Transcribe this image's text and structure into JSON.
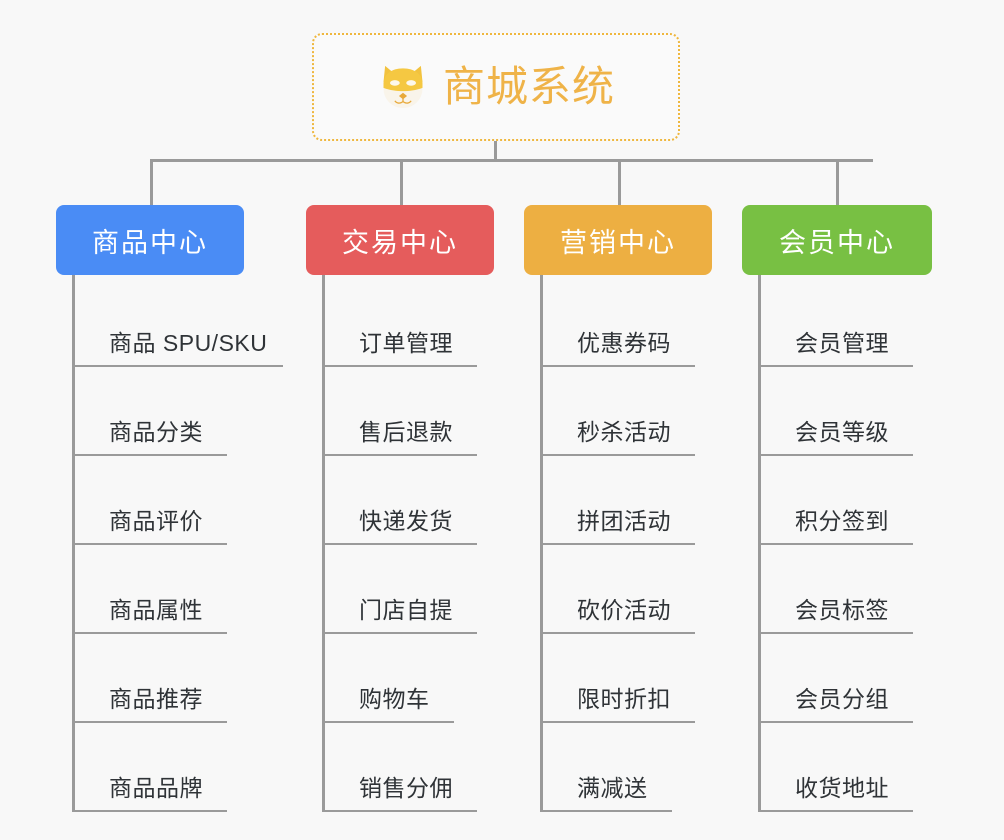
{
  "root": {
    "title": "商城系统",
    "icon": "shiba-dog-face-icon",
    "border_color": "#efb73e",
    "text_color": "#efb348"
  },
  "connector_color": "#9a9a9a",
  "background_color": "#f8f8f8",
  "categories": [
    {
      "label": "商品中心",
      "color": "#4A8CF5",
      "leaves": [
        {
          "label": "商品 SPU/SKU",
          "underline_width": 208
        },
        {
          "label": "商品分类",
          "underline_width": 152
        },
        {
          "label": "商品评价",
          "underline_width": 152
        },
        {
          "label": "商品属性",
          "underline_width": 152
        },
        {
          "label": "商品推荐",
          "underline_width": 152
        },
        {
          "label": "商品品牌",
          "underline_width": 152
        }
      ]
    },
    {
      "label": "交易中心",
      "color": "#E55C5C",
      "leaves": [
        {
          "label": "订单管理",
          "underline_width": 152
        },
        {
          "label": "售后退款",
          "underline_width": 152
        },
        {
          "label": "快递发货",
          "underline_width": 152
        },
        {
          "label": "门店自提",
          "underline_width": 152
        },
        {
          "label": "购物车",
          "underline_width": 129
        },
        {
          "label": "销售分佣",
          "underline_width": 152
        }
      ]
    },
    {
      "label": "营销中心",
      "color": "#EDAF42",
      "leaves": [
        {
          "label": "优惠券码",
          "underline_width": 152
        },
        {
          "label": "秒杀活动",
          "underline_width": 152
        },
        {
          "label": "拼团活动",
          "underline_width": 152
        },
        {
          "label": "砍价活动",
          "underline_width": 152
        },
        {
          "label": "限时折扣",
          "underline_width": 152
        },
        {
          "label": "满减送",
          "underline_width": 129
        }
      ]
    },
    {
      "label": "会员中心",
      "color": "#78C043",
      "leaves": [
        {
          "label": "会员管理",
          "underline_width": 152
        },
        {
          "label": "会员等级",
          "underline_width": 152
        },
        {
          "label": "积分签到",
          "underline_width": 152
        },
        {
          "label": "会员标签",
          "underline_width": 152
        },
        {
          "label": "会员分组",
          "underline_width": 152
        },
        {
          "label": "收货地址",
          "underline_width": 152
        }
      ]
    }
  ]
}
